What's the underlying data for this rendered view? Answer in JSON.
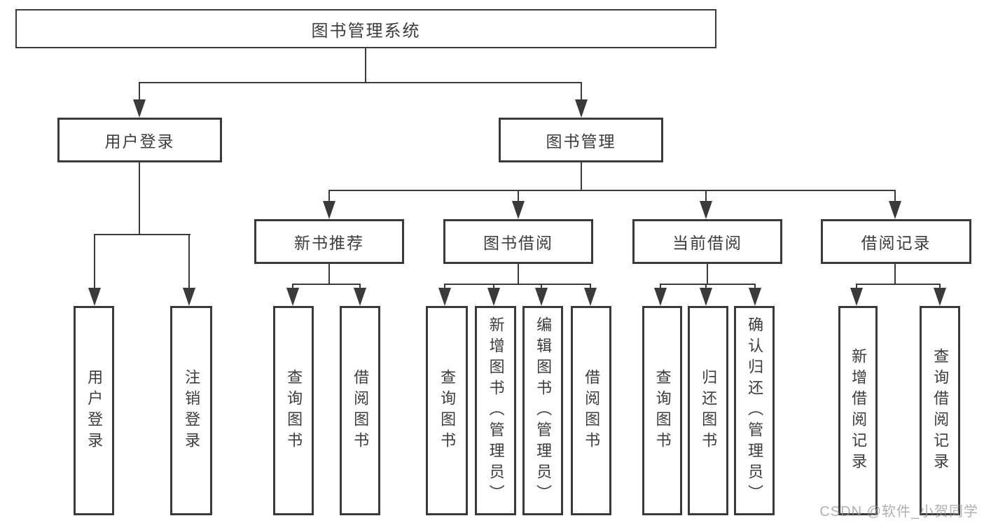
{
  "diagram": {
    "root": {
      "label": "图书管理系统"
    },
    "level2": [
      {
        "label": "用户登录"
      },
      {
        "label": "图书管理"
      }
    ],
    "level3": [
      {
        "label": "新书推荐"
      },
      {
        "label": "图书借阅"
      },
      {
        "label": "当前借阅"
      },
      {
        "label": "借阅记录"
      }
    ],
    "leaves": {
      "user_login": [
        {
          "label": "用户登录"
        },
        {
          "label": "注销登录"
        }
      ],
      "new_book": [
        {
          "label": "查询图书"
        },
        {
          "label": "借阅图书"
        }
      ],
      "book_borrow": [
        {
          "label": "查询图书"
        },
        {
          "label": "新增图书（管理员）"
        },
        {
          "label": "编辑图书（管理员）"
        },
        {
          "label": "借阅图书"
        }
      ],
      "current_borrow": [
        {
          "label": "查询图书"
        },
        {
          "label": "归还图书"
        },
        {
          "label": "确认归还（管理员）"
        }
      ],
      "borrow_record": [
        {
          "label": "新增借阅记录"
        },
        {
          "label": "查询借阅记录"
        }
      ]
    },
    "watermark": "CSDN @软件_小贺同学",
    "colors": {
      "line": "#3a3a3a",
      "text": "#3c3c3c",
      "watermark": "#969696",
      "background": "#ffffff"
    }
  }
}
